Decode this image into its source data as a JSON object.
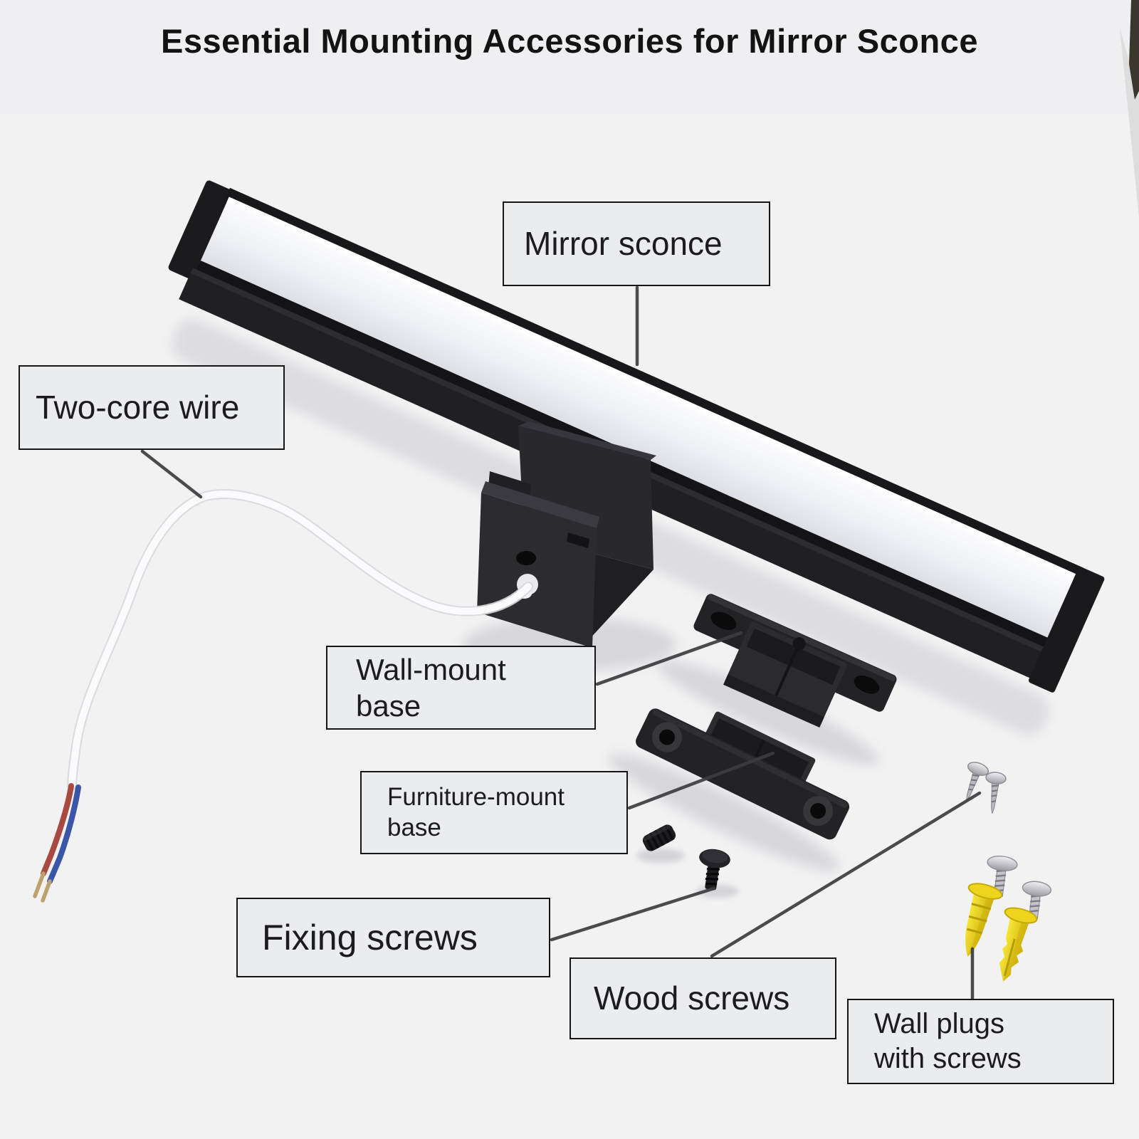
{
  "title": "Essential Mounting Accessories for Mirror Sconce",
  "labels": {
    "mirror_sconce": "Mirror sconce",
    "two_core_wire": "Two-core wire",
    "wall_mount_base": "Wall-mount\nbase",
    "furniture_mount_base": "Furniture-mount\nbase",
    "fixing_screws": "Fixing screws",
    "wood_screws": "Wood screws",
    "wall_plugs": "Wall plugs\nwith screws"
  },
  "parts": {
    "sconce_bar": "mirror sconce light bar with white diffuser",
    "mount_bracket": "bracket block attached to sconce",
    "two_core_wire": "white two-core power wire with red and blue conductors",
    "wall_mount_base": "wall-mount base bracket with two oval screw holes",
    "furniture_mount_base": "furniture-mount base plate with two round screw holes",
    "fixing_screws": "two small black fixing screws",
    "wood_screws": "two silver wood screws",
    "wall_plugs": "two yellow wall plugs with silver screws"
  },
  "colors": {
    "page_bg": "#f2f2f3",
    "label_bg": "#ebecee",
    "label_border": "#161616",
    "label_text": "#1c1c1e",
    "leader": "#3d3d40",
    "plug_yellow": "#f0da25",
    "wire_red": "#a84a42",
    "wire_blue": "#3b55a8",
    "brass": "#bda26b",
    "screw_silver": "#c9c9cf",
    "sconce_black": "#1b1b1e",
    "diffuser_white": "#f5f6f9"
  }
}
